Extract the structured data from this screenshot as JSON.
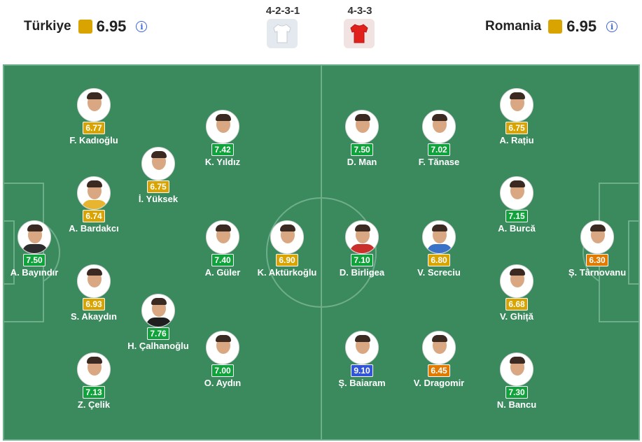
{
  "colors": {
    "pitch": "#3b8a5e",
    "lines": "#6fae8a",
    "rating_yellow": "#d9a300",
    "rating_green": "#11a33b",
    "rating_orange": "#e07a00",
    "rating_blue": "#3155d6",
    "info_blue": "#3a64d8"
  },
  "home": {
    "name": "Türkiye",
    "rating": "6.95",
    "formation": "4-2-3-1",
    "kit_color": "#ffffff",
    "info_icon": "info-icon"
  },
  "away": {
    "name": "Romania",
    "rating": "6.95",
    "formation": "4-3-3",
    "kit_color": "#e0201b",
    "info_icon": "info-icon"
  },
  "players": [
    {
      "name": "F. Kadıoğlu",
      "rating": "6.77",
      "level": "yellow",
      "kit": "#ffffff"
    },
    {
      "name": "K. Yıldız",
      "rating": "7.42",
      "level": "green",
      "kit": "#ffffff"
    },
    {
      "name": "İ. Yüksek",
      "rating": "6.75",
      "level": "yellow",
      "kit": "#ffffff"
    },
    {
      "name": "A. Bardakcı",
      "rating": "6.74",
      "level": "yellow",
      "kit": "#e8b531"
    },
    {
      "name": "A. Bayındır",
      "rating": "7.50",
      "level": "green",
      "kit": "#2d2d2d"
    },
    {
      "name": "A. Güler",
      "rating": "7.40",
      "level": "green",
      "kit": "#ffffff"
    },
    {
      "name": "K. Aktürkoğlu",
      "rating": "6.90",
      "level": "yellow",
      "kit": "#ffffff"
    },
    {
      "name": "S. Akaydın",
      "rating": "6.93",
      "level": "yellow",
      "kit": "#ffffff"
    },
    {
      "name": "H. Çalhanoğlu",
      "rating": "7.76",
      "level": "green",
      "kit": "#1f1f1f"
    },
    {
      "name": "O. Aydın",
      "rating": "7.00",
      "level": "green",
      "kit": "#ffffff"
    },
    {
      "name": "Z. Çelik",
      "rating": "7.13",
      "level": "green",
      "kit": "#ffffff"
    },
    {
      "name": "D. Man",
      "rating": "7.50",
      "level": "green",
      "kit": "#ffffff"
    },
    {
      "name": "F. Tănase",
      "rating": "7.02",
      "level": "green",
      "kit": "#ffffff"
    },
    {
      "name": "A. Rațiu",
      "rating": "6.75",
      "level": "yellow",
      "kit": "#ffffff"
    },
    {
      "name": "A. Burcă",
      "rating": "7.15",
      "level": "green",
      "kit": "#ffffff"
    },
    {
      "name": "D. Birligea",
      "rating": "7.10",
      "level": "green",
      "kit": "#c9302c"
    },
    {
      "name": "V. Screciu",
      "rating": "6.80",
      "level": "yellow",
      "kit": "#3a72c8"
    },
    {
      "name": "Ș. Târnovanu",
      "rating": "6.30",
      "level": "orange",
      "kit": "#ffffff"
    },
    {
      "name": "V. Ghiță",
      "rating": "6.68",
      "level": "yellow",
      "kit": "#ffffff"
    },
    {
      "name": "Ș. Baiaram",
      "rating": "9.10",
      "level": "blue",
      "kit": "#ffffff"
    },
    {
      "name": "V. Dragomir",
      "rating": "6.45",
      "level": "orange",
      "kit": "#ffffff"
    },
    {
      "name": "N. Bancu",
      "rating": "7.30",
      "level": "green",
      "kit": "#ffffff"
    }
  ]
}
